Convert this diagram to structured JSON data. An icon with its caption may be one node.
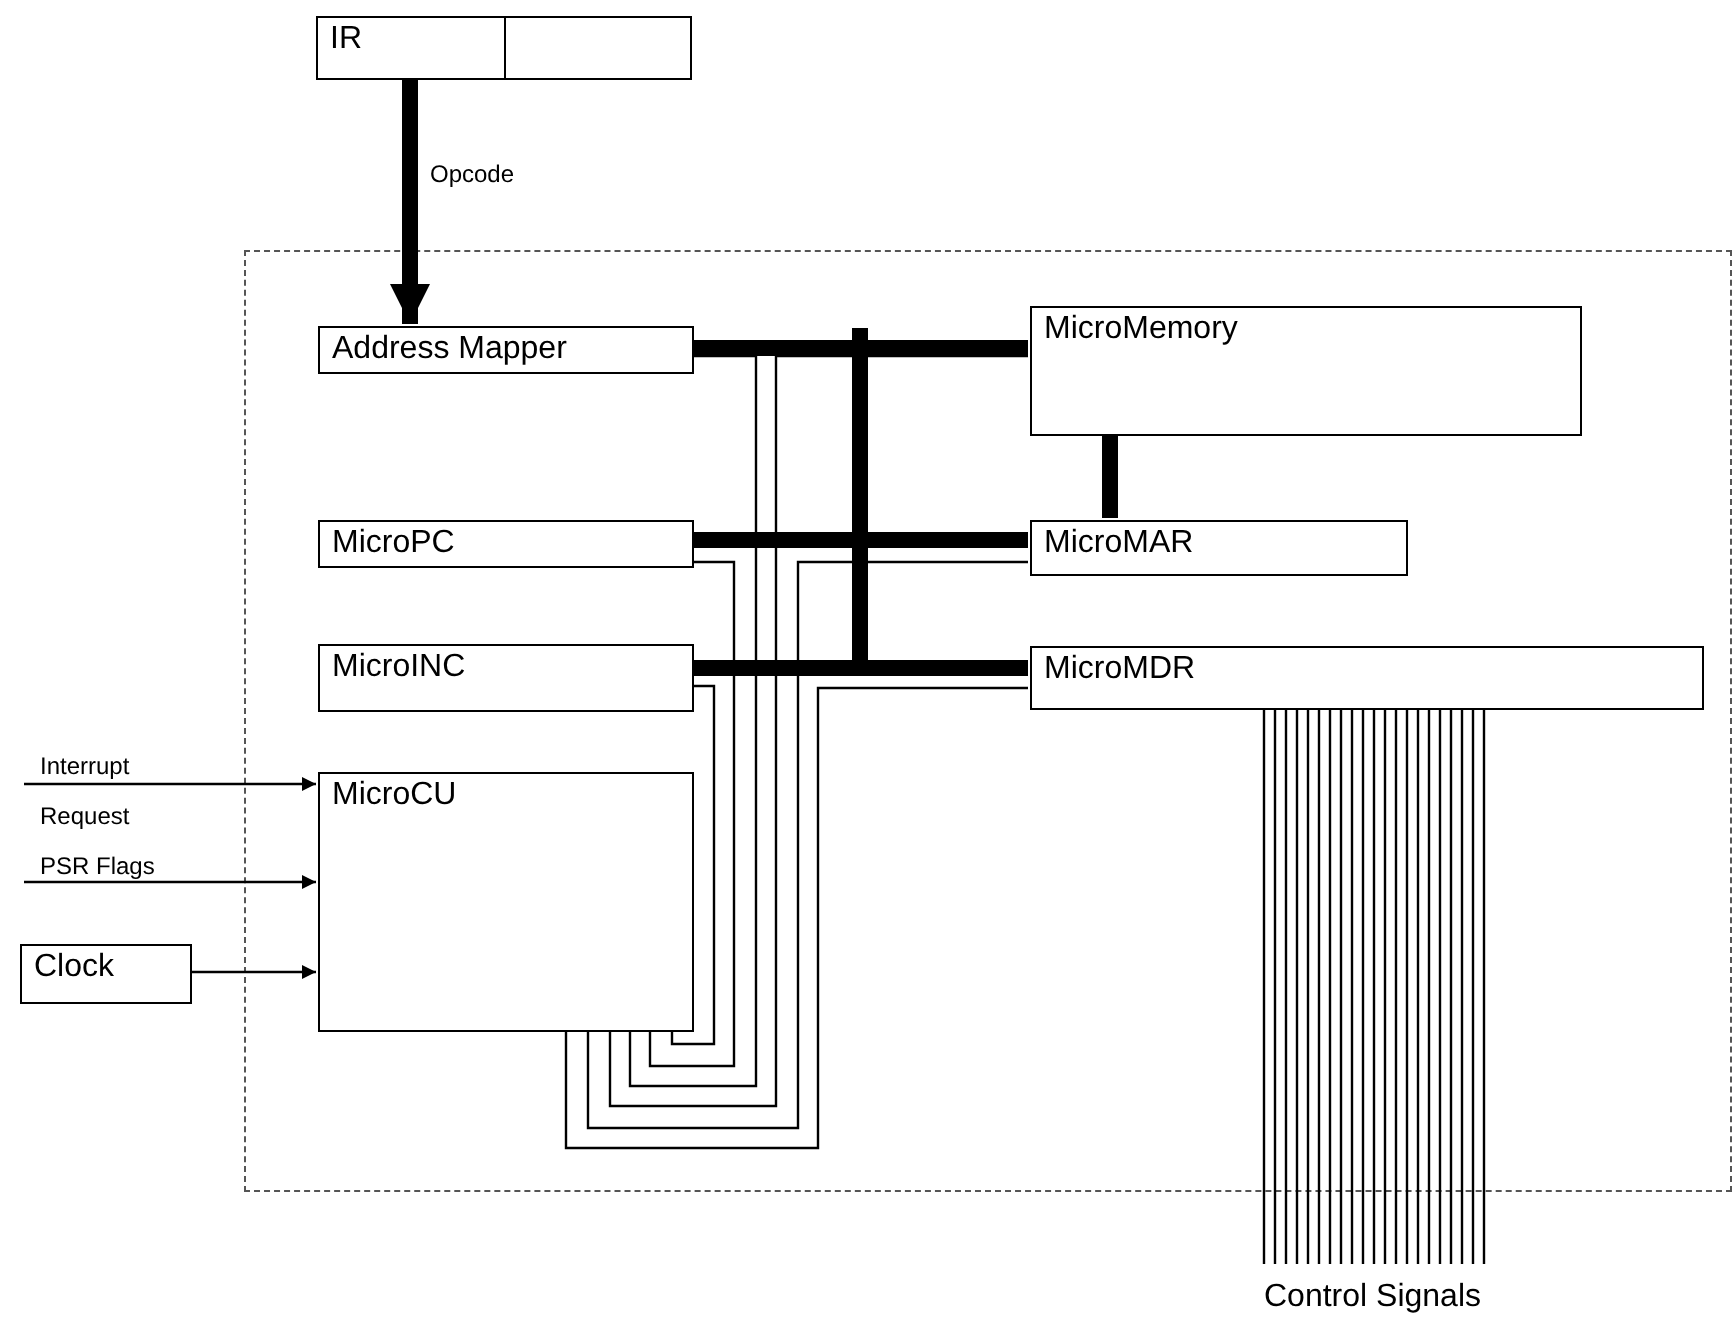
{
  "diagram": {
    "nodes": [
      {
        "text": [],
        "shape": "box"
      },
      {
        "text": [
          "IR"
        ]
      },
      {
        "text": [
          "Address Mapper"
        ],
        "in": 0
      },
      {
        "text": [
          "MicroMemory"
        ],
        "in": 0
      },
      {
        "text": [
          "MicroPC"
        ],
        "in": 0
      },
      {
        "text": [
          "MicroMAR"
        ],
        "in": 0
      },
      {
        "text": [
          "MicroINC"
        ],
        "in": 0
      },
      {
        "text": [
          "MicroMDR"
        ],
        "in": 0
      },
      {
        "text": [
          "MicroCU"
        ],
        "in": 0
      },
      {
        "text": [
          "Clock"
        ]
      },
      {
        "text": [
          "Control Signals"
        ]
      }
    ],
    "edges": [
      {
        "from": 1,
        "to": 2,
        "arrow": "to",
        "label": "Opcode",
        "style": "thick"
      },
      {
        "from": 2,
        "to": 3,
        "arrow": "none",
        "style": "thick"
      },
      {
        "from": 4,
        "to": 5,
        "arrow": "none",
        "style": "thick"
      },
      {
        "from": 6,
        "to": 7,
        "arrow": "none",
        "style": "thick"
      },
      {
        "from": 3,
        "to": 5,
        "arrow": "none",
        "style": "thick"
      },
      {
        "from": null,
        "to": 8,
        "arrow": "to",
        "label": "Interrupt Request"
      },
      {
        "from": null,
        "to": 8,
        "arrow": "to",
        "label": "PSR Flags"
      },
      {
        "from": 9,
        "to": 8,
        "arrow": "to"
      },
      {
        "from": 8,
        "to": 2,
        "arrow": "none"
      },
      {
        "from": 8,
        "to": 3,
        "arrow": "none"
      },
      {
        "from": 8,
        "to": 4,
        "arrow": "none"
      },
      {
        "from": 8,
        "to": 5,
        "arrow": "none"
      },
      {
        "from": 8,
        "to": 6,
        "arrow": "none"
      },
      {
        "from": 8,
        "to": 7,
        "arrow": "none"
      },
      {
        "from": 7,
        "to": 10,
        "arrow": "none"
      },
      {
        "from": 7,
        "to": 10,
        "arrow": "none"
      },
      {
        "from": 7,
        "to": 10,
        "arrow": "none"
      },
      {
        "from": 7,
        "to": 10,
        "arrow": "none"
      },
      {
        "from": 7,
        "to": 10,
        "arrow": "none"
      },
      {
        "from": 7,
        "to": 10,
        "arrow": "none"
      },
      {
        "from": 7,
        "to": 10,
        "arrow": "none"
      },
      {
        "from": 7,
        "to": 10,
        "arrow": "none"
      },
      {
        "from": 7,
        "to": 10,
        "arrow": "none"
      },
      {
        "from": 7,
        "to": 10,
        "arrow": "none"
      },
      {
        "from": 7,
        "to": 10,
        "arrow": "none"
      },
      {
        "from": 7,
        "to": 10,
        "arrow": "none"
      },
      {
        "from": 7,
        "to": 10,
        "arrow": "none"
      },
      {
        "from": 7,
        "to": 10,
        "arrow": "none"
      },
      {
        "from": 7,
        "to": 10,
        "arrow": "none"
      },
      {
        "from": 7,
        "to": 10,
        "arrow": "none"
      },
      {
        "from": 7,
        "to": 10,
        "arrow": "none"
      },
      {
        "from": 7,
        "to": 10,
        "arrow": "none"
      },
      {
        "from": 7,
        "to": 10,
        "arrow": "none"
      },
      {
        "from": 7,
        "to": 10,
        "arrow": "none"
      },
      {
        "from": 7,
        "to": 10,
        "arrow": "none"
      }
    ]
  }
}
